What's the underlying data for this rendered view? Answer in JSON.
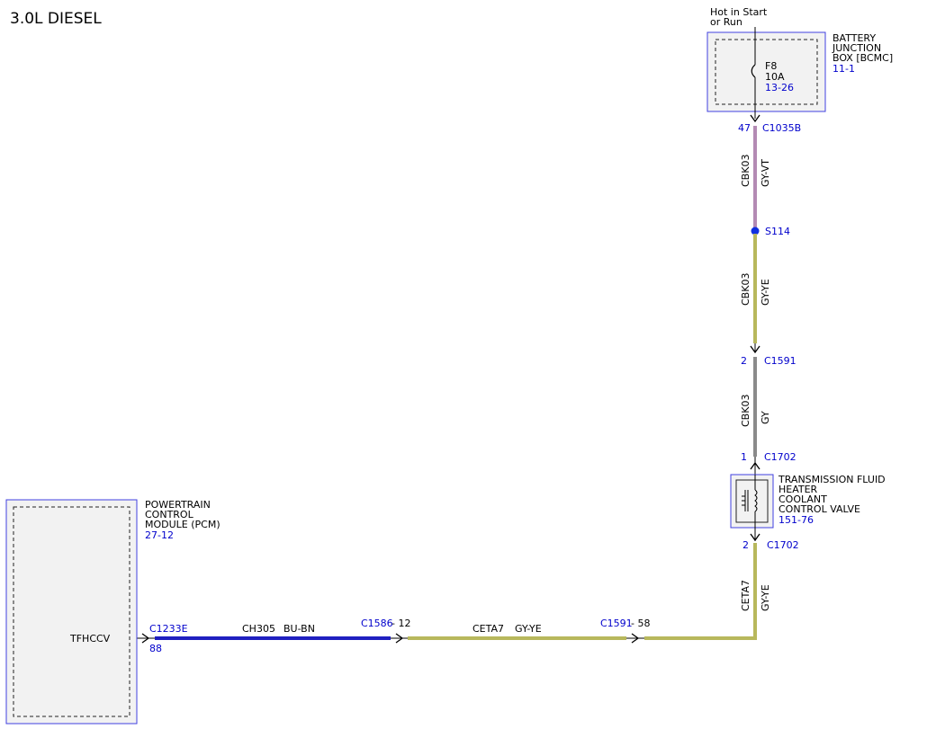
{
  "title": "3.0L DIESEL",
  "colors": {
    "link": "#0000cc",
    "wire_GY": "#8a8a8a",
    "wire_GY_VT": "#b48ab4",
    "wire_GY_YE": "#b8b85c",
    "wire_BU_BN": "#2020c0",
    "box_outline": "#4040e0",
    "box_fill": "#f2f2f2"
  },
  "power": {
    "note_line1": "Hot in Start",
    "note_line2": "or Run"
  },
  "bjb": {
    "name_line1": "BATTERY",
    "name_line2": "JUNCTION",
    "name_line3": "BOX [BCMC]",
    "ref": "11-1",
    "fuse_id": "F8",
    "fuse_rating": "10A",
    "fuse_ref": "13-26"
  },
  "connectors": {
    "c1035b_pin": "47",
    "c1035b": "C1035B",
    "splice": "S114",
    "c1591_pin": "2",
    "c1591": "C1591",
    "c1702_top_pin": "1",
    "c1702_top": "C1702",
    "c1702_bot_pin": "2",
    "c1702_bot": "C1702",
    "c1233e": "C1233E",
    "c1233e_pin": "88",
    "c1586": "C1586",
    "c1586_pin": "- 12",
    "c1591_h": "C1591",
    "c1591_h_pin": "- 58"
  },
  "wires": {
    "w1_circuit": "CBK03",
    "w1_color": "GY-VT",
    "w2_circuit": "CBK03",
    "w2_color": "GY-YE",
    "w3_circuit": "CBK03",
    "w3_color": "GY",
    "w4_circuit": "CETA7",
    "w4_color": "GY-YE",
    "h1_circuit": "CH305",
    "h1_color": "BU-BN",
    "h2_circuit": "CETA7",
    "h2_color": "GY-YE"
  },
  "valve": {
    "name_line1": "TRANSMISSION FLUID",
    "name_line2": "HEATER",
    "name_line3": "COOLANT",
    "name_line4": "CONTROL VALVE",
    "ref": "151-76"
  },
  "pcm": {
    "name_line1": "POWERTRAIN",
    "name_line2": "CONTROL",
    "name_line3": "MODULE (PCM)",
    "ref": "27-12",
    "pin_label": "TFHCCV"
  }
}
